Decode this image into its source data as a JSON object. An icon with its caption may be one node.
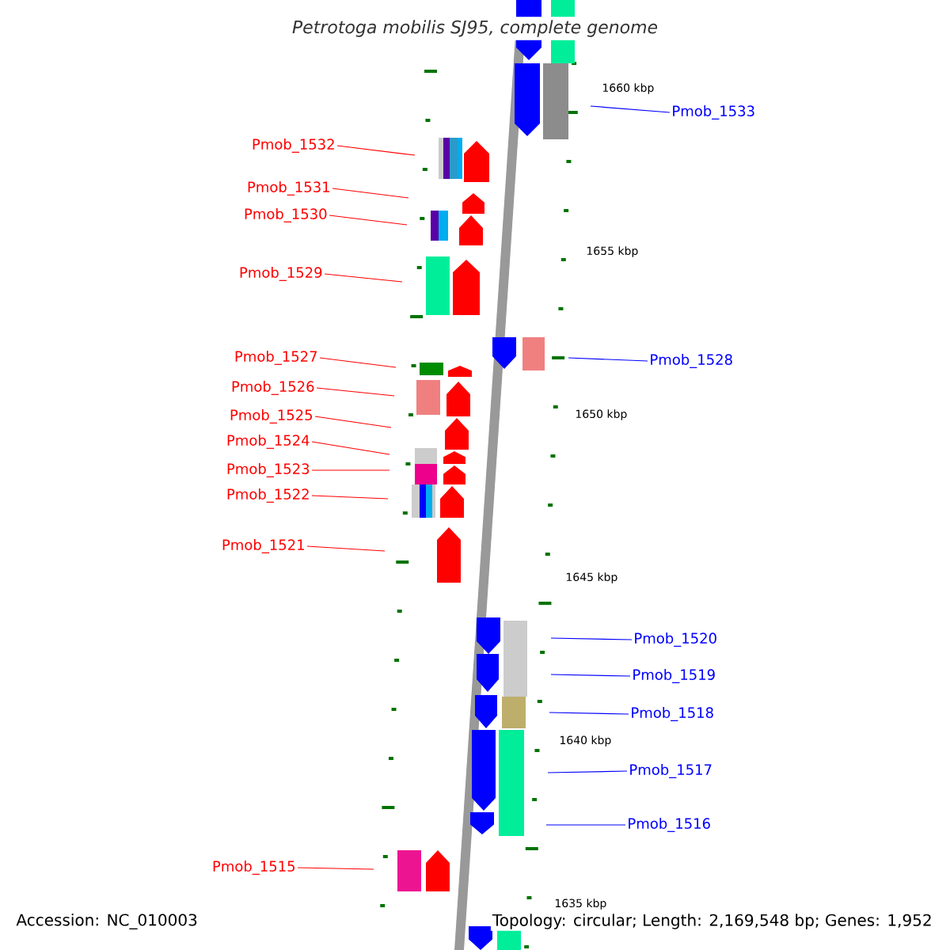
{
  "diagram": {
    "title": "Petrotoga mobilis SJ95, complete genome",
    "nodes": [
      {
        "text": [
          "Pmob_1533"
        ]
      },
      {
        "text": [
          "Pmob_1532"
        ]
      },
      {
        "text": [
          "Pmob_1531"
        ]
      },
      {
        "text": [
          "Pmob_1530"
        ]
      },
      {
        "text": [
          "Pmob_1529"
        ]
      },
      {
        "text": [
          "Pmob_1527"
        ]
      },
      {
        "text": [
          "Pmob_1528"
        ]
      },
      {
        "text": [
          "Pmob_1526"
        ]
      },
      {
        "text": [
          "Pmob_1525"
        ]
      },
      {
        "text": [
          "Pmob_1524"
        ]
      },
      {
        "text": [
          "Pmob_1523"
        ]
      },
      {
        "text": [
          "Pmob_1522"
        ]
      },
      {
        "text": [
          "Pmob_1521"
        ]
      },
      {
        "text": [
          "Pmob_1520"
        ]
      },
      {
        "text": [
          "Pmob_1519"
        ]
      },
      {
        "text": [
          "Pmob_1518"
        ]
      },
      {
        "text": [
          "Pmob_1517"
        ]
      },
      {
        "text": [
          "Pmob_1516"
        ]
      },
      {
        "text": [
          "Pmob_1515"
        ]
      }
    ],
    "edges": [
      {
        "from": 0,
        "to": null,
        "arrow": "none",
        "color": "#0000ff"
      },
      {
        "from": 1,
        "to": null,
        "arrow": "none"
      },
      {
        "from": 2,
        "to": null,
        "arrow": "none"
      },
      {
        "from": 3,
        "to": null,
        "arrow": "none"
      },
      {
        "from": 4,
        "to": null,
        "arrow": "none"
      },
      {
        "from": 5,
        "to": null,
        "arrow": "none"
      },
      {
        "from": 6,
        "to": null,
        "arrow": "none",
        "color": "#0000ff"
      },
      {
        "from": 7,
        "to": null,
        "arrow": "none"
      },
      {
        "from": 8,
        "to": null,
        "arrow": "none"
      },
      {
        "from": 9,
        "to": null,
        "arrow": "none"
      },
      {
        "from": 10,
        "to": null,
        "arrow": "none"
      },
      {
        "from": 11,
        "to": null,
        "arrow": "none"
      },
      {
        "from": 12,
        "to": null,
        "arrow": "none"
      },
      {
        "from": 13,
        "to": null,
        "arrow": "none",
        "color": "#0000ff"
      },
      {
        "from": 14,
        "to": null,
        "arrow": "none",
        "color": "#0000ff"
      },
      {
        "from": 15,
        "to": null,
        "arrow": "none",
        "color": "#0000ff"
      },
      {
        "from": 16,
        "to": null,
        "arrow": "none",
        "color": "#0000ff"
      },
      {
        "from": 17,
        "to": null,
        "arrow": "none",
        "color": "#0000ff"
      },
      {
        "from": 18,
        "to": null,
        "arrow": "none"
      }
    ],
    "labels": [
      "1660 kbp",
      "1655 kbp",
      "1650 kbp",
      "1645 kbp",
      "1640 kbp",
      "1635 kbp",
      "Accession: NC_010003",
      "Topology: circular; Length: 2,169,548 bp; Genes: 1,952"
    ]
  }
}
